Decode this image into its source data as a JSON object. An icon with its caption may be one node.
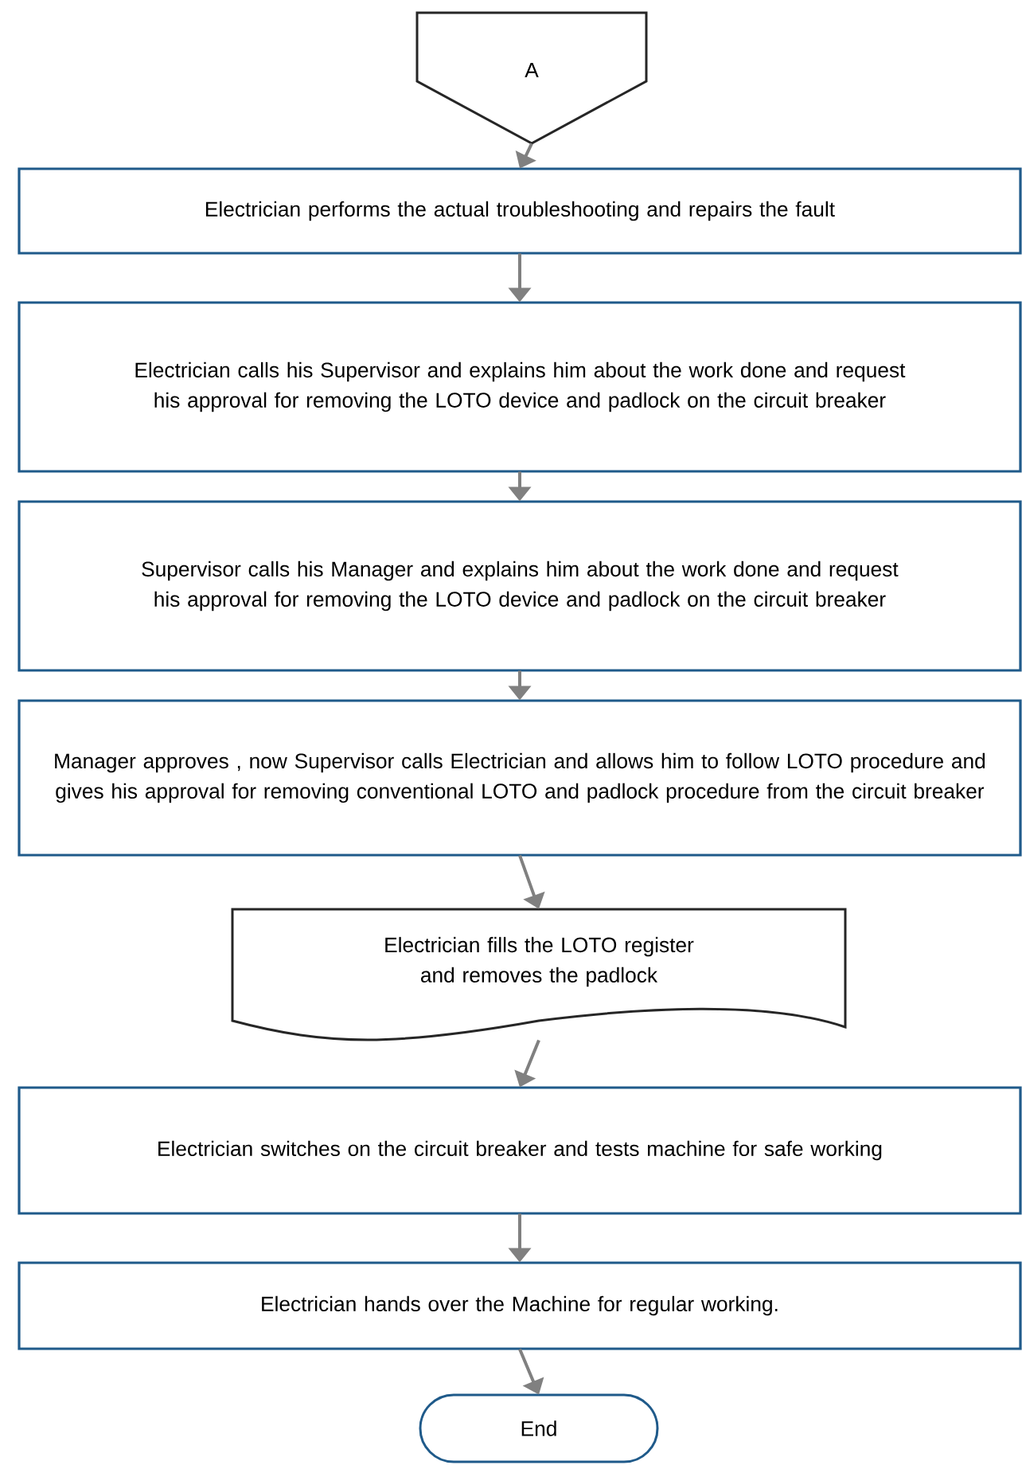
{
  "diagram": {
    "nodes": [
      {
        "text": [
          "A"
        ]
      },
      {
        "text": [
          "Electrician performs the actual troubleshooting and repairs the fault"
        ]
      },
      {
        "text": [
          "Electrician calls his Supervisor and explains him about the work done and request his approval for removing the LOTO device and padlock on the circuit breaker"
        ]
      },
      {
        "text": [
          "Supervisor calls his Manager and explains him about the work done and request his approval for removing the LOTO device and padlock on the circuit breaker"
        ]
      },
      {
        "text": [
          "Manager approves , now Supervisor calls Electrician and allows him to follow LOTO procedure and gives his approval for removing conventional LOTO and padlock procedure from the circuit breaker"
        ]
      },
      {
        "text": [
          "Electrician fills the LOTO register and removes the padlock"
        ]
      },
      {
        "text": [
          "Electrician switches on the circuit breaker and tests machine for safe working"
        ]
      },
      {
        "text": [
          "Electrician hands over the Machine for regular working."
        ]
      },
      {
        "text": [
          "End"
        ]
      }
    ],
    "edges": [
      {
        "from": 0,
        "to": 1,
        "arrow": "to"
      },
      {
        "from": 1,
        "to": 2,
        "arrow": "to"
      },
      {
        "from": 2,
        "to": 3,
        "arrow": "to"
      },
      {
        "from": 3,
        "to": 4,
        "arrow": "to"
      },
      {
        "from": 4,
        "to": 5,
        "arrow": "to"
      },
      {
        "from": 5,
        "to": 6,
        "arrow": "to"
      },
      {
        "from": 6,
        "to": 7,
        "arrow": "to"
      },
      {
        "from": 7,
        "to": 8,
        "arrow": "to"
      }
    ]
  }
}
